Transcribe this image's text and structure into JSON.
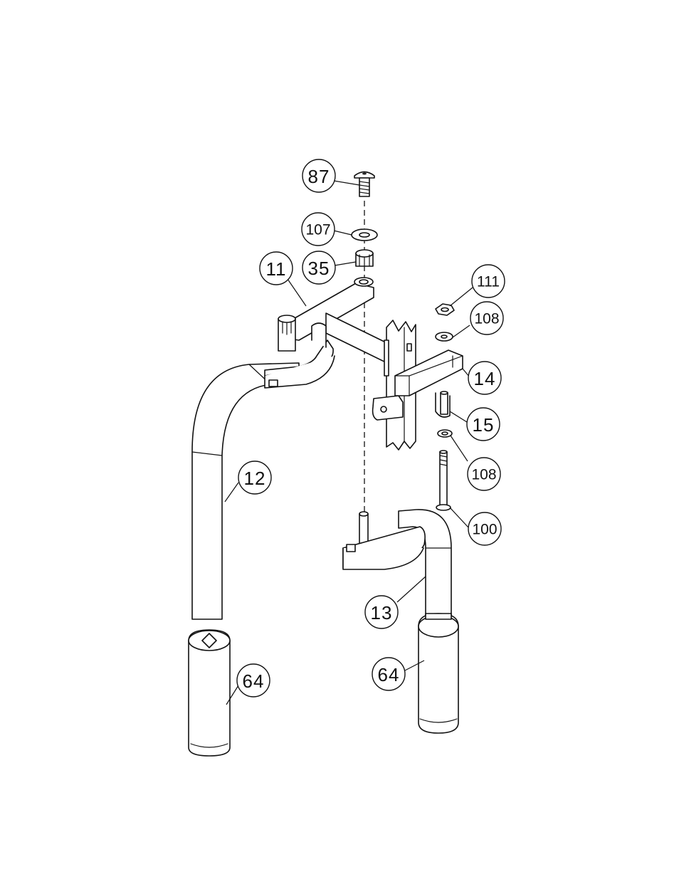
{
  "callouts": [
    {
      "id": "c87",
      "label": "87"
    },
    {
      "id": "c107",
      "label": "107"
    },
    {
      "id": "c11",
      "label": "11"
    },
    {
      "id": "c35",
      "label": "35"
    },
    {
      "id": "c111",
      "label": "111"
    },
    {
      "id": "c108a",
      "label": "108"
    },
    {
      "id": "c14",
      "label": "14"
    },
    {
      "id": "c15",
      "label": "15"
    },
    {
      "id": "c108b",
      "label": "108"
    },
    {
      "id": "c100",
      "label": "100"
    },
    {
      "id": "c12",
      "label": "12"
    },
    {
      "id": "c13",
      "label": "13"
    },
    {
      "id": "c64a",
      "label": "64"
    },
    {
      "id": "c64b",
      "label": "64"
    }
  ]
}
